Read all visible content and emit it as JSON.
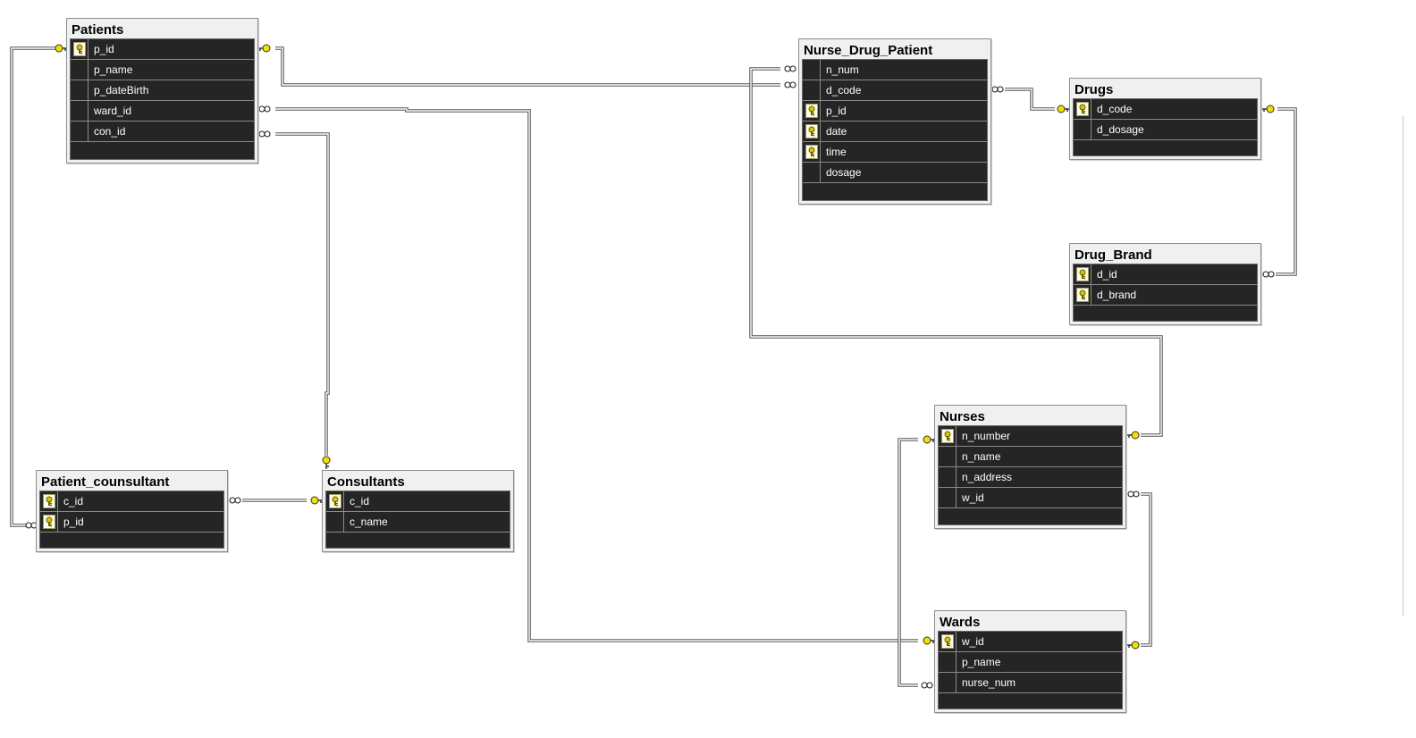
{
  "diagram": {
    "tables": [
      {
        "id": "patients",
        "name": "Patients",
        "columns": [
          {
            "name": "p_id",
            "key": true
          },
          {
            "name": "p_name",
            "key": false
          },
          {
            "name": "p_dateBirth",
            "key": false
          },
          {
            "name": "ward_id",
            "key": false
          },
          {
            "name": "con_id",
            "key": false
          }
        ]
      },
      {
        "id": "nurse-drug-patient",
        "name": "Nurse_Drug_Patient",
        "columns": [
          {
            "name": "n_num",
            "key": false
          },
          {
            "name": "d_code",
            "key": false
          },
          {
            "name": "p_id",
            "key": true
          },
          {
            "name": "date",
            "key": true
          },
          {
            "name": "time",
            "key": true
          },
          {
            "name": "dosage",
            "key": false
          }
        ]
      },
      {
        "id": "drugs",
        "name": "Drugs",
        "columns": [
          {
            "name": "d_code",
            "key": true
          },
          {
            "name": "d_dosage",
            "key": false
          }
        ]
      },
      {
        "id": "drug-brand",
        "name": "Drug_Brand",
        "columns": [
          {
            "name": "d_id",
            "key": true
          },
          {
            "name": "d_brand",
            "key": true
          }
        ]
      },
      {
        "id": "nurses",
        "name": "Nurses",
        "columns": [
          {
            "name": "n_number",
            "key": true
          },
          {
            "name": "n_name",
            "key": false
          },
          {
            "name": "n_address",
            "key": false
          },
          {
            "name": "w_id",
            "key": false
          }
        ]
      },
      {
        "id": "wards",
        "name": "Wards",
        "columns": [
          {
            "name": "w_id",
            "key": true
          },
          {
            "name": "p_name",
            "key": false
          },
          {
            "name": "nurse_num",
            "key": false
          }
        ]
      },
      {
        "id": "patient-counsultant",
        "name": "Patient_counsultant",
        "columns": [
          {
            "name": "c_id",
            "key": true
          },
          {
            "name": "p_id",
            "key": true
          }
        ]
      },
      {
        "id": "consultants",
        "name": "Consultants",
        "columns": [
          {
            "name": "c_id",
            "key": true
          },
          {
            "name": "c_name",
            "key": false
          }
        ]
      }
    ],
    "relationships": [
      {
        "from": "Patients.p_id",
        "to": "Patient_counsultant.p_id"
      },
      {
        "from": "Patients.p_id",
        "to": "Nurse_Drug_Patient.p_id"
      },
      {
        "from": "Consultants.c_id",
        "to": "Patients.con_id"
      },
      {
        "from": "Wards.w_id",
        "to": "Patients.ward_id"
      },
      {
        "from": "Consultants.c_id",
        "to": "Patient_counsultant.c_id"
      },
      {
        "from": "Drugs.d_code",
        "to": "Nurse_Drug_Patient.d_code"
      },
      {
        "from": "Drugs.d_code",
        "to": "Drug_Brand.d_id"
      },
      {
        "from": "Nurses.n_number",
        "to": "Nurse_Drug_Patient.n_num"
      },
      {
        "from": "Wards.w_id",
        "to": "Nurses.w_id"
      },
      {
        "from": "Nurses.n_number",
        "to": "Wards.nurse_num"
      }
    ],
    "colors": {
      "table_body": "#252525",
      "key_end": "#f0e000",
      "line": "#555555"
    }
  }
}
